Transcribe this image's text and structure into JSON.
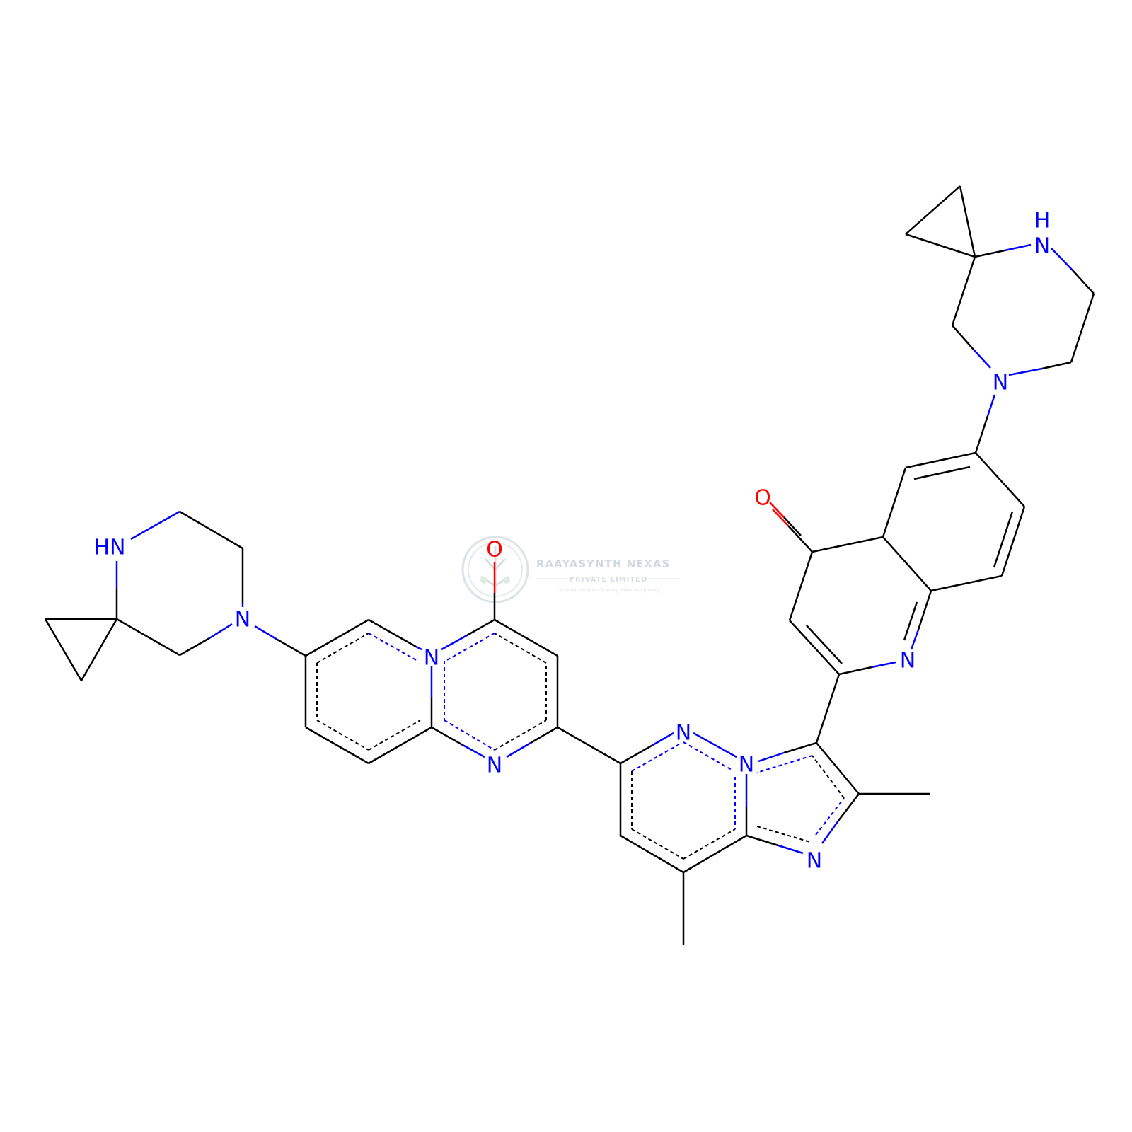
{
  "colors": {
    "carbon": "#000000",
    "nitrogen": "#0000ff",
    "oxygen": "#ff0000",
    "watermark": "#c9d2dc"
  },
  "watermark": {
    "company": "RAAYASYNTH NEXAS",
    "subtitle": "PRIVATE LIMITED",
    "tagline": "Complete solutions for every molecule's journey"
  },
  "atom_labels": {
    "hn_left": "HN",
    "n_left_pip": "N",
    "o_left": "O",
    "n_bridge_left": "N",
    "n_pyrimidine": "N",
    "n_pyridazine": "N",
    "n_bridge_right": "N",
    "n_imidazole": "N",
    "n_quinoline": "N",
    "o_right": "O",
    "n_right_pip": "N",
    "nh_right": "N",
    "h_right": "H"
  }
}
